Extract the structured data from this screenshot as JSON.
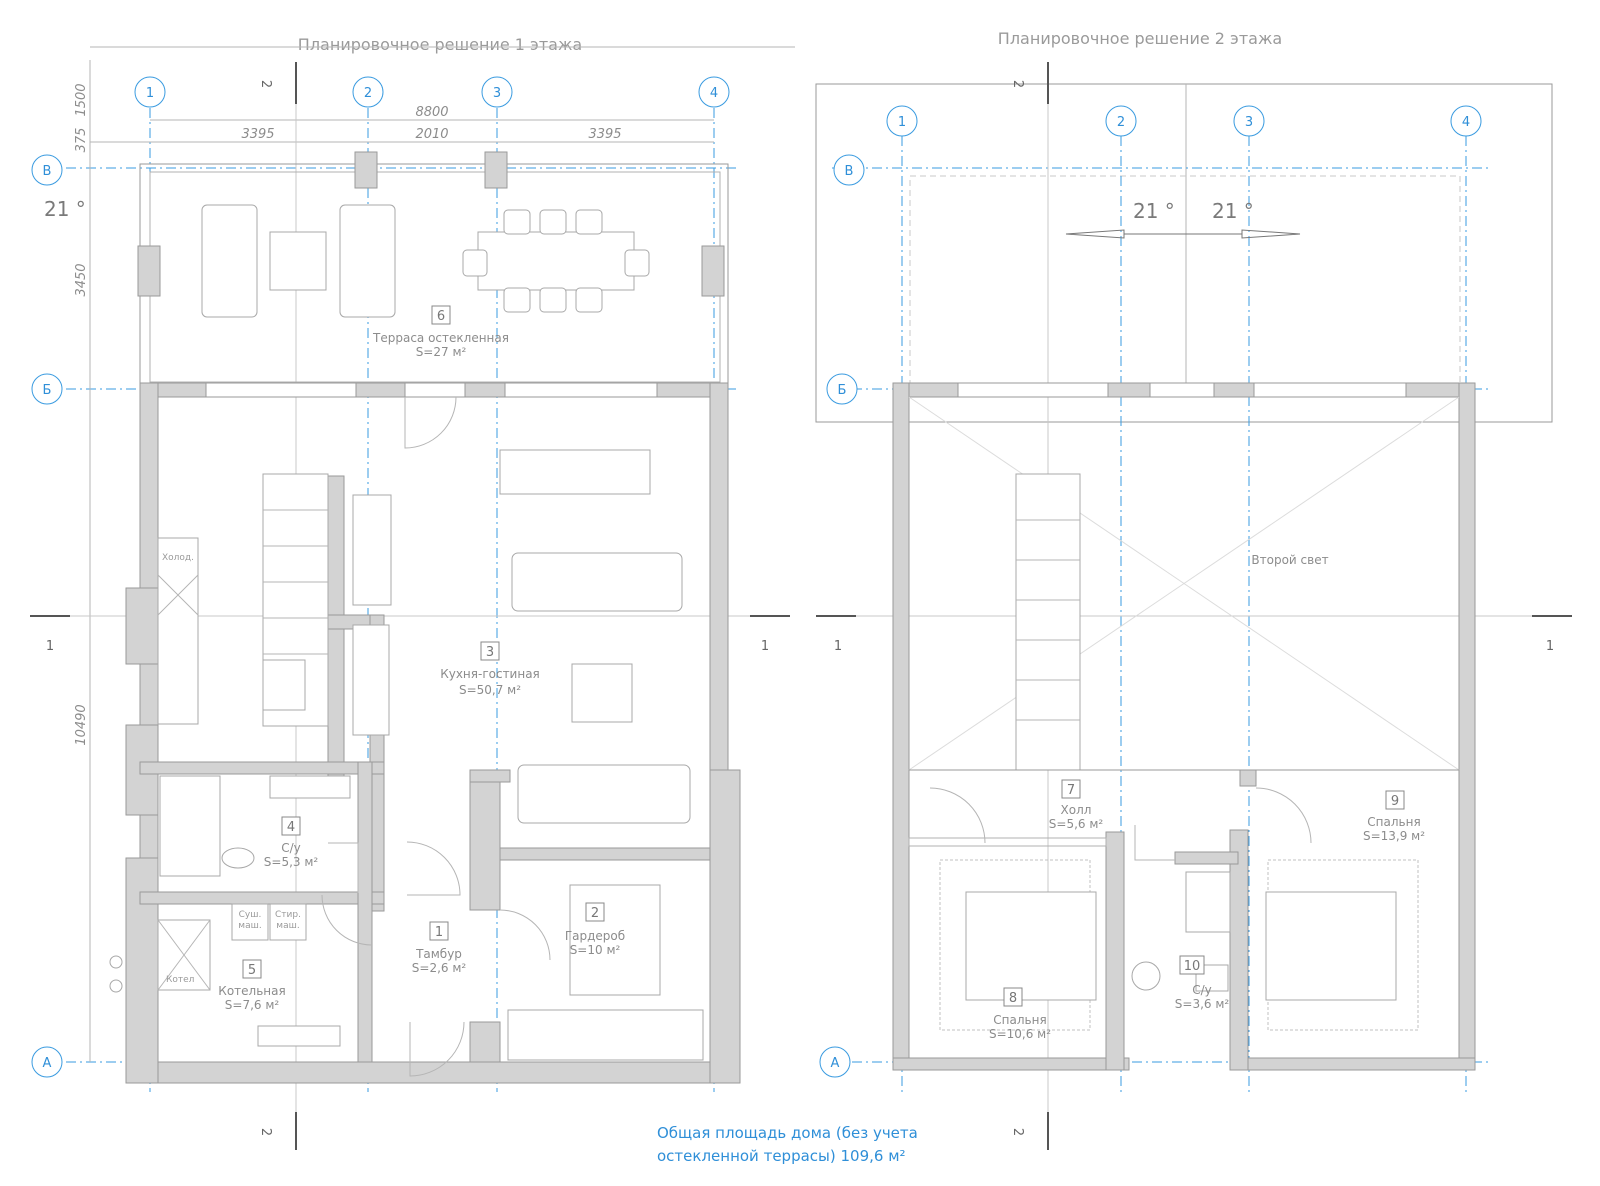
{
  "floor1": {
    "title": "Планировочное решение 1 этажа",
    "temperature": "21 °",
    "axes_vertical": [
      "1",
      "2",
      "3",
      "4"
    ],
    "axes_horizontal": [
      "В",
      "Б",
      "А"
    ],
    "dimensions": {
      "total_width": "8800",
      "seg1": "3395",
      "seg2": "2010",
      "seg3": "3395",
      "top_offset": "1500",
      "top_small": "375",
      "terrace_depth": "3450",
      "house_depth": "10490"
    },
    "section_marks": [
      "1",
      "1",
      "2",
      "2"
    ],
    "rooms": [
      {
        "num": "6",
        "name": "Терраса остекленная",
        "area": "S=27 м²"
      },
      {
        "num": "3",
        "name": "Кухня-гостиная",
        "area": "S=50,7 м²"
      },
      {
        "num": "4",
        "name": "С/у",
        "area": "S=5,3 м²"
      },
      {
        "num": "1",
        "name": "Тамбур",
        "area": "S=2,6 м²"
      },
      {
        "num": "2",
        "name": "Гардероб",
        "area": "S=10 м²"
      },
      {
        "num": "5",
        "name": "Котельная",
        "area": "S=7,6 м²"
      }
    ],
    "labels": {
      "fridge": "Холод.",
      "boiler": "Котел",
      "dryer1_a": "Суш.",
      "dryer1_b": "маш.",
      "dryer2_a": "Стир.",
      "dryer2_b": "маш."
    }
  },
  "floor2": {
    "title": "Планировочное решение 2 этажа",
    "temperatures": [
      "21 °",
      "21 °"
    ],
    "axes_vertical": [
      "1",
      "2",
      "3",
      "4"
    ],
    "axes_horizontal": [
      "В",
      "Б",
      "А"
    ],
    "section_marks": [
      "1",
      "1",
      "2",
      "2"
    ],
    "second_light": "Второй свет",
    "rooms": [
      {
        "num": "7",
        "name": "Холл",
        "area": "S=5,6 м²"
      },
      {
        "num": "9",
        "name": "Спальня",
        "area": "S=13,9 м²"
      },
      {
        "num": "8",
        "name": "Спальня",
        "area": "S=10,6 м²"
      },
      {
        "num": "10",
        "name": "С/у",
        "area": "S=3,6 м²"
      }
    ]
  },
  "total_area": {
    "line1": "Общая площадь дома (без учета",
    "line2": "остекленной террасы) 109,6 м²"
  }
}
